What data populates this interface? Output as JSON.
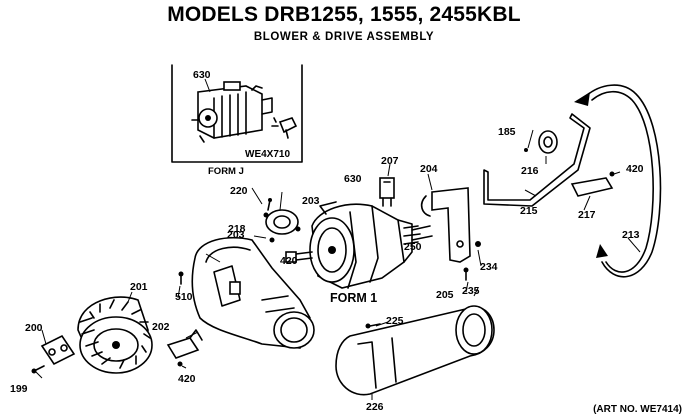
{
  "header": {
    "title": "MODELS DRB1255, 1555, 2455KBL",
    "subtitle": "BLOWER & DRIVE ASSEMBLY"
  },
  "form_labels": {
    "form_j": "FORM J",
    "form_1": "FORM 1"
  },
  "inset": {
    "part_630": "630",
    "we_number": "WE4X710"
  },
  "parts": {
    "p199": "199",
    "p200": "200",
    "p201": "201",
    "p202": "202",
    "p203a": "203",
    "p203b": "203",
    "p204": "204",
    "p205": "205",
    "p207": "207",
    "p213": "213",
    "p215": "215",
    "p216": "216",
    "p217": "217",
    "p218": "218",
    "p220": "220",
    "p225": "225",
    "p226": "226",
    "p234": "234",
    "p235": "235",
    "p250": "250",
    "p185": "185",
    "p420a": "420",
    "p420b": "420",
    "p420c": "420",
    "p510": "510",
    "p630": "630"
  },
  "footer": {
    "art_no": "(ART NO. WE7414)"
  }
}
